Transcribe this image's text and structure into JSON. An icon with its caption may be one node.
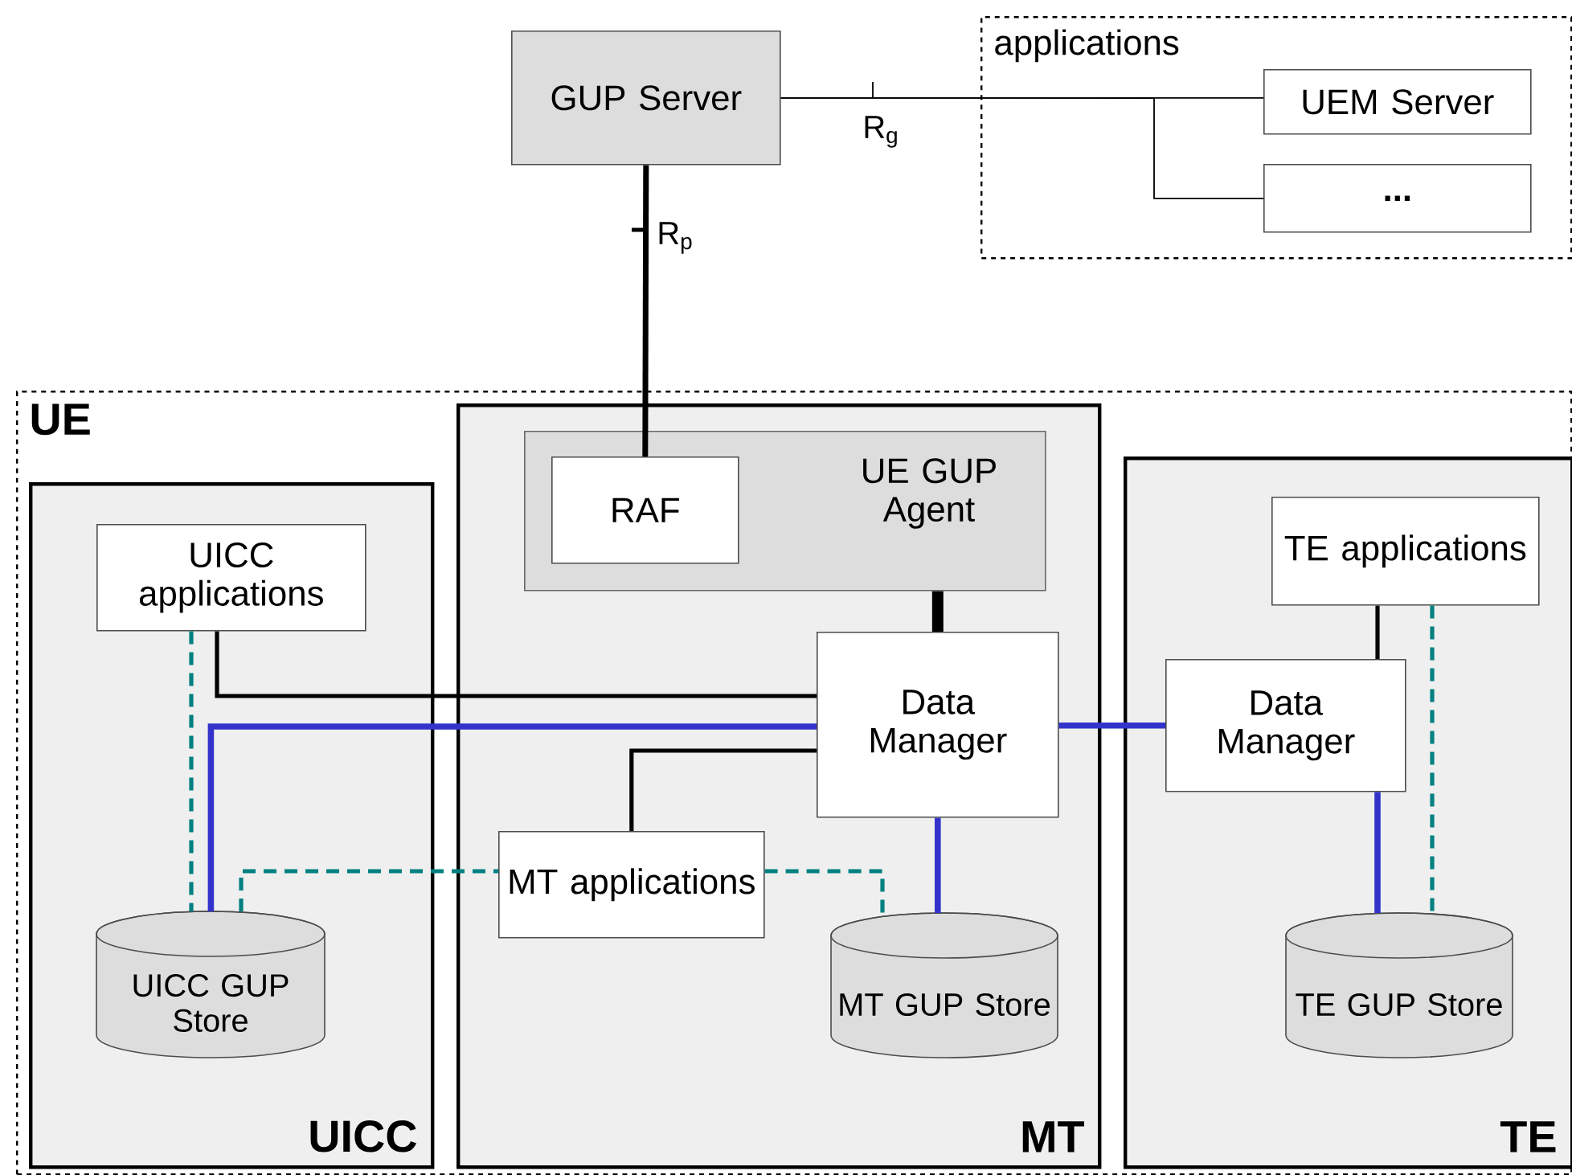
{
  "diagram": {
    "nodes": [
      {
        "text": [
          "GUP Server"
        ]
      },
      {
        "text": [
          "applications"
        ]
      },
      {
        "text": [
          "UEM Server"
        ],
        "in": 1
      },
      {
        "text": [
          "..."
        ],
        "in": 1
      },
      {
        "text": [
          "UE"
        ]
      },
      {
        "text": [
          "UICC"
        ],
        "in": 4
      },
      {
        "text": [
          "UICC applications"
        ],
        "in": 5
      },
      {
        "text": [
          "UICC GUP Store"
        ],
        "in": 5
      },
      {
        "text": [
          "MT"
        ],
        "in": 4
      },
      {
        "text": [
          "UE GUP Agent"
        ],
        "in": 8
      },
      {
        "text": [
          "RAF"
        ],
        "in": 9
      },
      {
        "text": [
          "Data Manager"
        ],
        "in": 8
      },
      {
        "text": [
          "MT applications"
        ],
        "in": 8
      },
      {
        "text": [
          "MT GUP Store"
        ],
        "in": 8
      },
      {
        "text": [
          "TE"
        ],
        "in": 4
      },
      {
        "text": [
          "TE applications"
        ],
        "in": 14
      },
      {
        "text": [
          "Data Manager"
        ],
        "in": 14
      },
      {
        "text": [
          "TE GUP Store"
        ],
        "in": 14
      }
    ],
    "edges": [
      {
        "from": 0,
        "to": 2,
        "arrow": "none",
        "label": "R$_{g}$"
      },
      {
        "from": 0,
        "to": 3,
        "arrow": "none"
      },
      {
        "from": 0,
        "to": 10,
        "arrow": "none",
        "label": "R$_{p}$"
      },
      {
        "from": 9,
        "to": 11,
        "arrow": "none",
        "style": "thick"
      },
      {
        "from": 6,
        "to": 11,
        "arrow": "none"
      },
      {
        "from": 7,
        "to": 11,
        "arrow": "none",
        "color": "#3333cc"
      },
      {
        "from": 12,
        "to": 11,
        "arrow": "none"
      },
      {
        "from": 11,
        "to": 13,
        "arrow": "none",
        "color": "#3333cc"
      },
      {
        "from": 11,
        "to": 16,
        "arrow": "none",
        "color": "#3333cc"
      },
      {
        "from": 15,
        "to": 16,
        "arrow": "none"
      },
      {
        "from": 16,
        "to": 17,
        "arrow": "none",
        "color": "#3333cc"
      },
      {
        "from": 6,
        "to": 7,
        "arrow": "none",
        "style": "dashed",
        "color": "#008080"
      },
      {
        "from": 7,
        "to": 12,
        "arrow": "none",
        "style": "dashed",
        "color": "#008080"
      },
      {
        "from": 12,
        "to": 13,
        "arrow": "none",
        "style": "dashed",
        "color": "#008080"
      },
      {
        "from": 15,
        "to": 17,
        "arrow": "none",
        "style": "dashed",
        "color": "#008080"
      }
    ]
  }
}
